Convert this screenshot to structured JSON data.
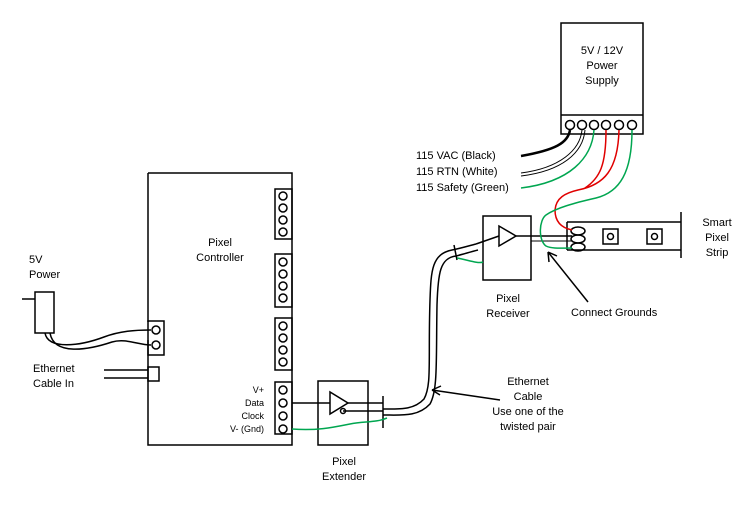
{
  "power_supply": {
    "lines": [
      "5V / 12V",
      "Power",
      "Supply"
    ]
  },
  "ac_labels": {
    "black": "115 VAC (Black)",
    "white": "115 RTN  (White)",
    "green": "115 Safety (Green)"
  },
  "controller": {
    "title_lines": [
      "Pixel",
      "Controller"
    ]
  },
  "power_5v": {
    "lines": [
      "5V",
      "Power"
    ]
  },
  "ethernet_in": {
    "lines": [
      "Ethernet",
      "Cable In"
    ]
  },
  "terminal_labels": {
    "vplus": "V+",
    "data": "Data",
    "clock": "Clock",
    "vminus": "V- (Gnd)"
  },
  "extender": {
    "lines": [
      "Pixel",
      "Extender"
    ]
  },
  "receiver": {
    "lines": [
      "Pixel",
      "Receiver"
    ]
  },
  "ethernet_note": {
    "lines": [
      "Ethernet",
      "Cable",
      "Use one of the",
      "twisted pair"
    ]
  },
  "connect_grounds": "Connect Grounds",
  "strip": {
    "lines": [
      "Smart",
      "Pixel",
      "Strip"
    ]
  },
  "colors": {
    "line": "#000000",
    "red_wire": "#e00000",
    "green_wire": "#00a650",
    "bg": "#ffffff"
  }
}
